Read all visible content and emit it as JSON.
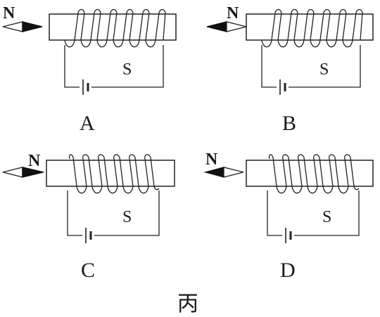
{
  "caption": "丙",
  "panels": [
    {
      "label": "A",
      "compass_label": "N",
      "needle_north_points": "right",
      "switch_label": "S"
    },
    {
      "label": "B",
      "compass_label": "N",
      "needle_north_points": "left",
      "switch_label": "S"
    },
    {
      "label": "C",
      "compass_label": "N",
      "needle_north_points": "right",
      "switch_label": "S"
    },
    {
      "label": "D",
      "compass_label": "N",
      "needle_north_points": "left",
      "switch_label": "S"
    }
  ]
}
